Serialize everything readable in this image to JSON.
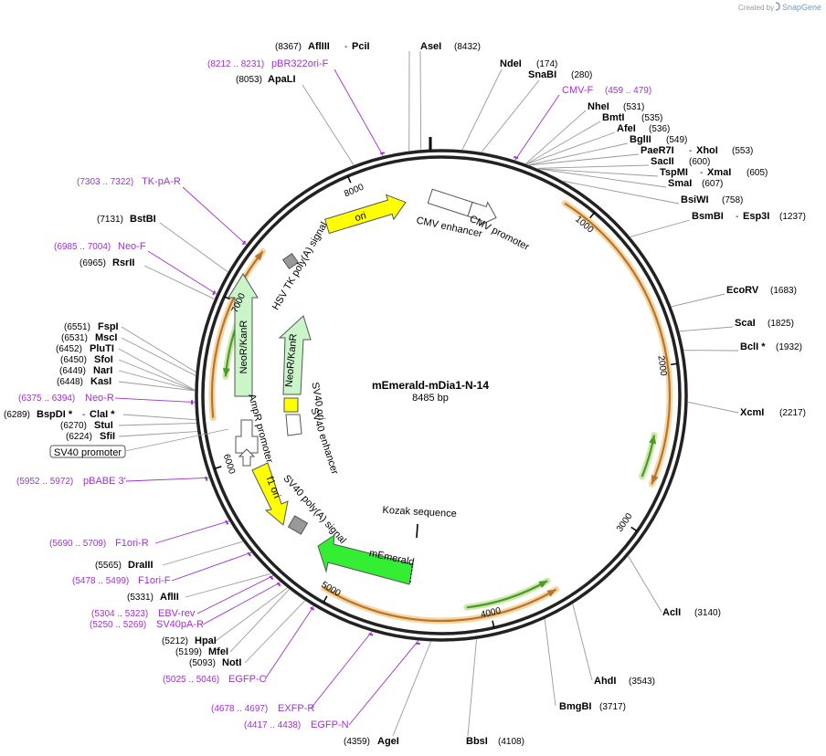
{
  "credit": {
    "prefix": "Created by",
    "brand": "SnapGene"
  },
  "plasmid": {
    "name": "mEmerald-mDia1-N-14",
    "size": "8485 bp"
  },
  "ticks": [
    "1000",
    "2000",
    "3000",
    "4000",
    "5000",
    "6000",
    "7000",
    "8000"
  ],
  "enzymes": {
    "aflIII_pciI": {
      "pos": "(8367)",
      "name1": "AflIII",
      "sep": "-",
      "name2": "PciI"
    },
    "aseI": {
      "name": "AseI",
      "pos": "(8432)"
    },
    "ndeI": {
      "name": "NdeI",
      "pos": "(174)"
    },
    "snaBI": {
      "name": "SnaBI",
      "pos": "(280)"
    },
    "apaLI": {
      "pos": "(8053)",
      "name": "ApaLI"
    },
    "nheI": {
      "name": "NheI",
      "pos": "(531)"
    },
    "bmtI": {
      "name": "BmtI",
      "pos": "(535)"
    },
    "afeI": {
      "name": "AfeI",
      "pos": "(536)"
    },
    "bglII": {
      "name": "BglII",
      "pos": "(549)"
    },
    "paeR7I_xhoI": {
      "name1": "PaeR7I",
      "sep": "-",
      "name2": "XhoI",
      "pos": "(553)"
    },
    "sacII": {
      "name": "SacII",
      "pos": "(600)"
    },
    "tspMI_xmaI": {
      "name1": "TspMI",
      "sep": "-",
      "name2": "XmaI",
      "pos": "(605)"
    },
    "smaI": {
      "name": "SmaI",
      "pos": "(607)"
    },
    "bsiWI": {
      "name": "BsiWI",
      "pos": "(758)"
    },
    "bsmBI_esp3I": {
      "name1": "BsmBI",
      "sep": "-",
      "name2": "Esp3I",
      "pos": "(1237)"
    },
    "bstBI": {
      "pos": "(7131)",
      "name": "BstBI"
    },
    "rsrII": {
      "pos": "(6965)",
      "name": "RsrII"
    },
    "ecoRV": {
      "name": "EcoRV",
      "pos": "(1683)"
    },
    "scaI": {
      "name": "ScaI",
      "pos": "(1825)"
    },
    "bclI": {
      "name": "BclI *",
      "pos": "(1932)"
    },
    "fspI": {
      "pos": "(6551)",
      "name": "FspI"
    },
    "mscI": {
      "pos": "(6531)",
      "name": "MscI"
    },
    "pluTI": {
      "pos": "(6452)",
      "name": "PluTI"
    },
    "sfoI": {
      "pos": "(6450)",
      "name": "SfoI"
    },
    "narI": {
      "pos": "(6449)",
      "name": "NarI"
    },
    "kasI": {
      "pos": "(6448)",
      "name": "KasI"
    },
    "bspDI_claI": {
      "pos": "(6289)",
      "name1": "BspDI *",
      "sep": "-",
      "name2": "ClaI *"
    },
    "stuI": {
      "pos": "(6270)",
      "name": "StuI"
    },
    "sfiI": {
      "pos": "(6224)",
      "name": "SfiI"
    },
    "xcmI": {
      "name": "XcmI",
      "pos": "(2217)"
    },
    "draIII": {
      "pos": "(5565)",
      "name": "DraIII"
    },
    "aflII": {
      "pos": "(5331)",
      "name": "AflII"
    },
    "aclI": {
      "name": "AclI",
      "pos": "(3140)"
    },
    "hpaI": {
      "pos": "(5212)",
      "name": "HpaI"
    },
    "mfeI": {
      "pos": "(5199)",
      "name": "MfeI"
    },
    "notI": {
      "pos": "(5093)",
      "name": "NotI"
    },
    "ahdI": {
      "name": "AhdI",
      "pos": "(3543)"
    },
    "bmgBI": {
      "name": "BmgBI",
      "pos": "(3717)"
    },
    "ageI": {
      "pos": "(4359)",
      "name": "AgeI"
    },
    "bbsI": {
      "name": "BbsI",
      "pos": "(4108)"
    }
  },
  "primers": {
    "pbr322": {
      "range": "(8212 .. 8231)",
      "name": "pBR322ori-F"
    },
    "cmvF": {
      "name": "CMV-F",
      "range": "(459 .. 479)"
    },
    "tkpaR": {
      "range": "(7303 .. 7322)",
      "name": "TK-pA-R"
    },
    "neoF": {
      "range": "(6985 .. 7004)",
      "name": "Neo-F"
    },
    "neoR": {
      "range": "(6375 .. 6394)",
      "name": "Neo-R"
    },
    "pbabe": {
      "range": "(5952 .. 5972)",
      "name": "pBABE 3'"
    },
    "f1oriR": {
      "range": "(5690 .. 5709)",
      "name": "F1ori-R"
    },
    "f1oriF": {
      "range": "(5478 .. 5499)",
      "name": "F1ori-F"
    },
    "ebvrev": {
      "range": "(5304 .. 5323)",
      "name": "EBV-rev"
    },
    "sv40paR": {
      "range": "(5250 .. 5269)",
      "name": "SV40pA-R"
    },
    "egfpC": {
      "range": "(5025 .. 5046)",
      "name": "EGFP-C"
    },
    "exfpR": {
      "range": "(4678 .. 4697)",
      "name": "EXFP-R"
    },
    "egfpN": {
      "range": "(4417 .. 4438)",
      "name": "EGFP-N"
    }
  },
  "features": {
    "sv40_promoter_box": "SV40 promoter",
    "ori": "ori",
    "cmv_enhancer": "CMV enhancer",
    "cmv_promoter": "CMV promoter",
    "hsv_tk": "HSV TK poly(A) signal",
    "neokanr_outer": "NeoR/KanR",
    "neokanr_inner": "NeoR/KanR",
    "ampr_promoter": "AmpR promoter",
    "sv40_ori": "SV40 ori",
    "sv40_enhancer": "SV40 enhancer",
    "f1_ori": "f1 ori",
    "sv40_polya": "SV40 poly(A) signal",
    "kozak": "Kozak sequence",
    "memerald": "mEmerald"
  },
  "colors": {
    "orf": "#b87333",
    "orf_glow": "#f5d7a0",
    "green_orf": "#4a9a2a",
    "green_glow": "#cde8a8",
    "ori_fill": "#ffff00",
    "neo_fill": "#c9f5c9",
    "memerald_fill": "#33ee33",
    "primer": "#a030d0",
    "polya": "#999999"
  }
}
